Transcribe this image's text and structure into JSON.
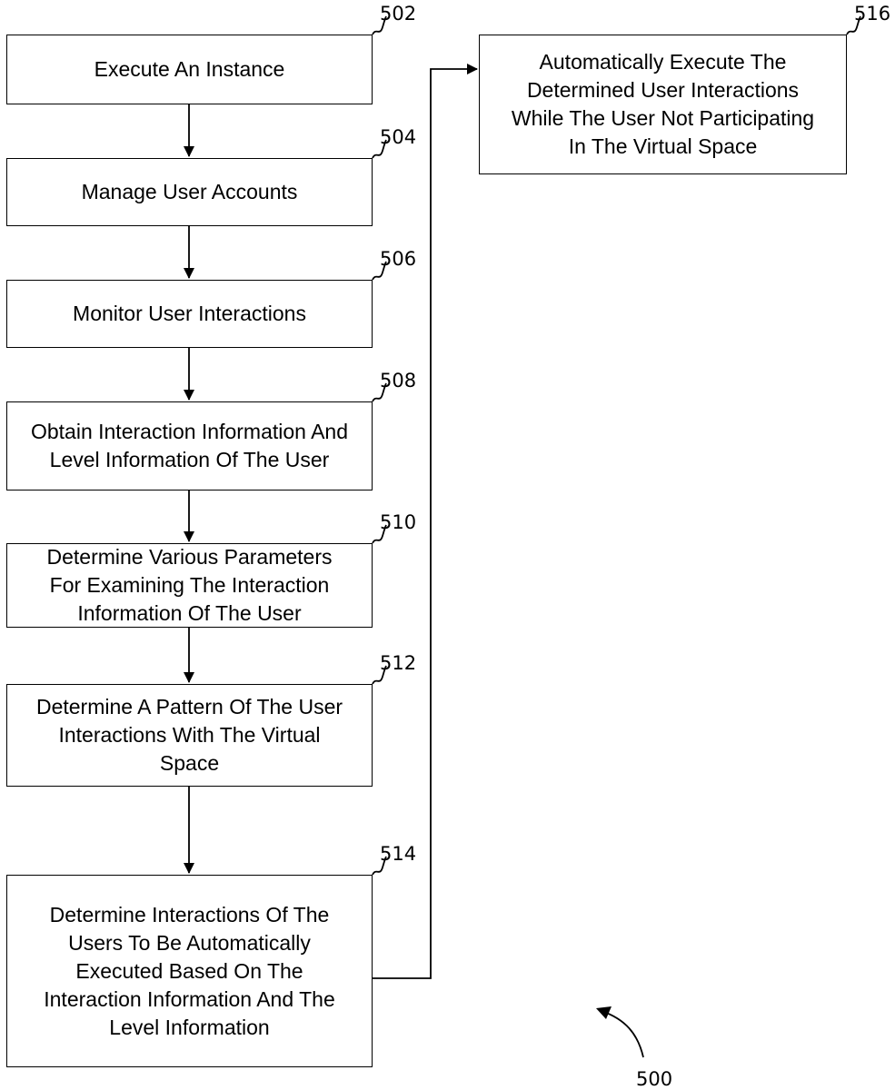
{
  "steps": [
    {
      "ref": "502",
      "text": "Execute An Instance"
    },
    {
      "ref": "504",
      "text": "Manage User Accounts"
    },
    {
      "ref": "506",
      "text": "Monitor User Interactions"
    },
    {
      "ref": "508",
      "text": "Obtain Interaction Information And\nLevel Information Of The User"
    },
    {
      "ref": "510",
      "text": "Determine Various Parameters\nFor Examining The Interaction\nInformation Of The User"
    },
    {
      "ref": "512",
      "text": "Determine A Pattern Of The User\nInteractions With The Virtual\nSpace"
    },
    {
      "ref": "514",
      "text": "Determine Interactions Of The\nUsers To Be Automatically\nExecuted Based On The\nInteraction Information And The\nLevel Information"
    },
    {
      "ref": "516",
      "text": "Automatically Execute The\nDetermined User Interactions\nWhile The User Not Participating\nIn The Virtual Space"
    }
  ],
  "figure_ref": "500"
}
